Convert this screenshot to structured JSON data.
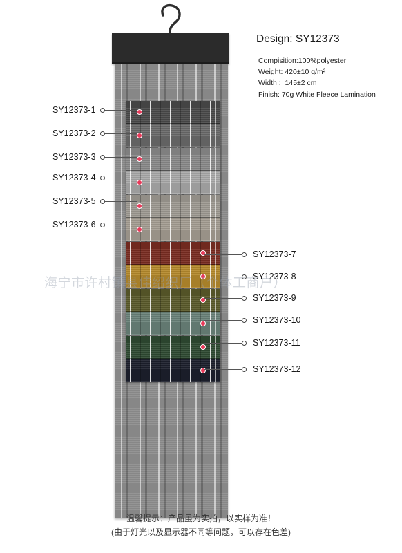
{
  "design": {
    "title": "Design: SY12373",
    "composition": "Compisition:100%polyester",
    "weight": "Weight: 420±10 g/m²",
    "width": "Width :  145±2 cm",
    "finish": "Finish: 70g White Fleece Lamination"
  },
  "swatches": [
    {
      "code": "SY12373-1",
      "color": "#4a4a4a",
      "side": "left"
    },
    {
      "code": "SY12373-2",
      "color": "#6a6a6a",
      "side": "left"
    },
    {
      "code": "SY12373-3",
      "color": "#8a8a8a",
      "side": "left"
    },
    {
      "code": "SY12373-4",
      "color": "#a9a9a9",
      "side": "left"
    },
    {
      "code": "SY12373-5",
      "color": "#9e9a92",
      "side": "left"
    },
    {
      "code": "SY12373-6",
      "color": "#a59d92",
      "side": "left"
    },
    {
      "code": "SY12373-7",
      "color": "#7a2c22",
      "side": "right"
    },
    {
      "code": "SY12373-8",
      "color": "#b58a2c",
      "side": "right"
    },
    {
      "code": "SY12373-9",
      "color": "#5a5a2a",
      "side": "right"
    },
    {
      "code": "SY12373-10",
      "color": "#6a827a",
      "side": "right"
    },
    {
      "code": "SY12373-11",
      "color": "#2f4a32",
      "side": "right"
    },
    {
      "code": "SY12373-12",
      "color": "#1c1f2c",
      "side": "right"
    }
  ],
  "watermark": "海宁市许村镇县佳绍织厂（个体工商户）",
  "footer": {
    "line1": "温馨提示：产品虽为实拍，以实样为准！",
    "line2": "(由于灯光以及显示器不同等问题，可以存在色差)"
  }
}
